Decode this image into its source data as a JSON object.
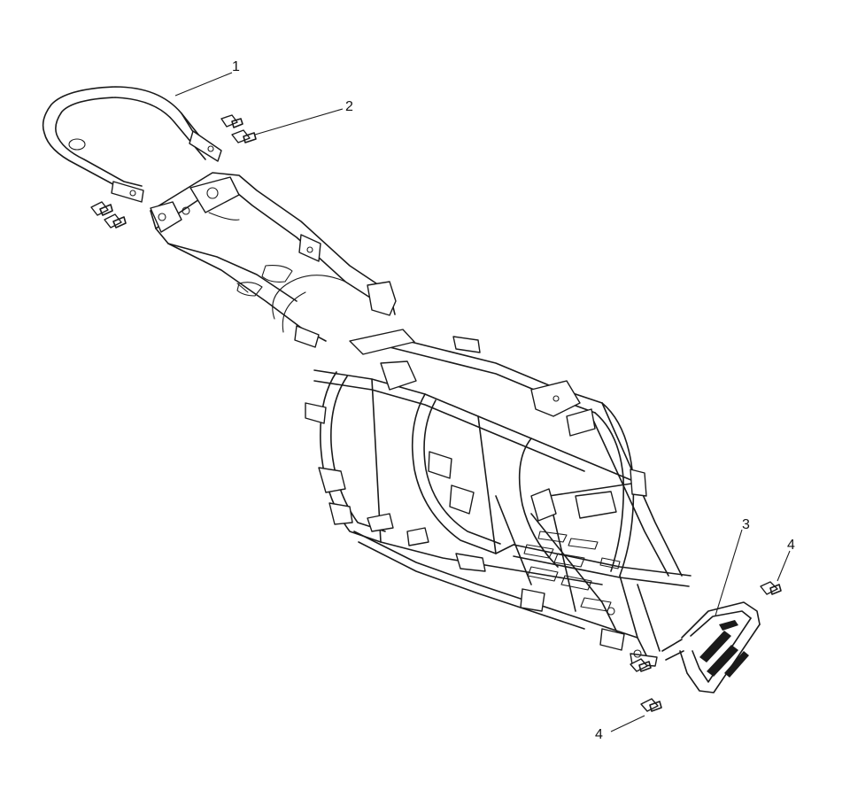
{
  "callouts": [
    {
      "id": "c1",
      "label": "1"
    },
    {
      "id": "c2",
      "label": "2"
    },
    {
      "id": "c3",
      "label": "3"
    },
    {
      "id": "c4a",
      "label": "4"
    },
    {
      "id": "c4b",
      "label": "4"
    }
  ],
  "colors": {
    "ink": "#1a1a1a",
    "background": "#ffffff"
  }
}
